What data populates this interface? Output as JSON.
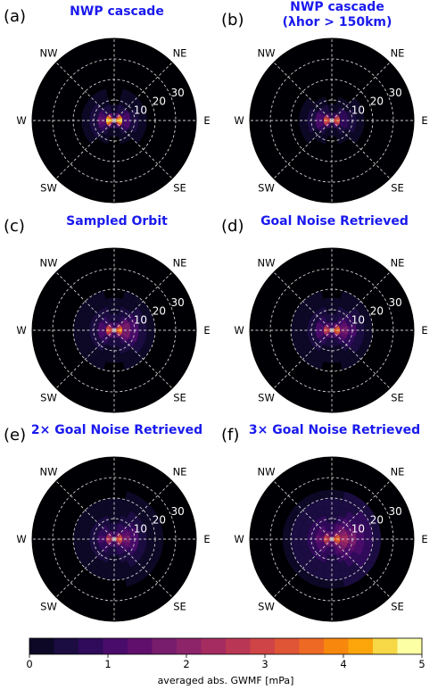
{
  "figure": {
    "colorbar": {
      "label": "averaged abs. GWMF [mPa]",
      "ticks": [
        "0",
        "1",
        "2",
        "3",
        "4",
        "5"
      ],
      "min": 0,
      "max": 5,
      "n_bins": 16,
      "colors": [
        "#000004",
        "#0c0826",
        "#1b0c41",
        "#300a5b",
        "#4a0c6b",
        "#610f6d",
        "#781c6d",
        "#8d2369",
        "#a52c60",
        "#ba3655",
        "#cf4446",
        "#e05536",
        "#ee6a24",
        "#f8870e",
        "#fca50a",
        "#f6d746",
        "#fcffa4"
      ]
    },
    "direction_labels": [
      "NE",
      "E",
      "SE",
      "SW",
      "W",
      "NW"
    ],
    "radial_labels": [
      "10",
      "20",
      "30"
    ]
  },
  "chart_data": [
    {
      "type": "heatmap",
      "panel": "(a)",
      "title": [
        "NWP cascade"
      ],
      "theta_bins": 24,
      "r_max": 40,
      "grid": true,
      "r_values": [
        4,
        8,
        12,
        16,
        20,
        24
      ],
      "sector_profiles": {
        "E": [
          4.8,
          1.4,
          0.8,
          0.4,
          0.2,
          0.1
        ],
        "W": [
          4.8,
          1.6,
          0.9,
          0.4,
          0.2,
          0.1
        ],
        "N": [
          0.7,
          0.5,
          0.3,
          0.3,
          0.2,
          0.1
        ],
        "S": [
          0.6,
          0.4,
          0.3,
          0.2,
          0.1,
          0.1
        ]
      }
    },
    {
      "type": "heatmap",
      "panel": "(b)",
      "title": [
        "NWP cascade",
        "(λhor > 150km)"
      ],
      "theta_bins": 24,
      "r_max": 40,
      "grid": true,
      "r_values": [
        4,
        8,
        12,
        16,
        20,
        24
      ],
      "sector_profiles": {
        "E": [
          3.8,
          1.2,
          0.7,
          0.4,
          0.2,
          0.1
        ],
        "W": [
          3.8,
          1.4,
          0.8,
          0.4,
          0.2,
          0.1
        ],
        "N": [
          0.6,
          0.5,
          0.3,
          0.2,
          0.2,
          0.1
        ],
        "S": [
          0.5,
          0.4,
          0.3,
          0.2,
          0.1,
          0.1
        ]
      }
    },
    {
      "type": "heatmap",
      "panel": "(c)",
      "title": [
        "Sampled Orbit"
      ],
      "theta_bins": 24,
      "r_max": 40,
      "grid": true,
      "r_values": [
        4,
        8,
        12,
        16,
        20,
        24
      ],
      "sector_profiles": {
        "E": [
          4.2,
          2.1,
          1.4,
          0.8,
          0.5,
          0.3
        ],
        "W": [
          3.6,
          1.5,
          0.9,
          0.6,
          0.4,
          0.2
        ],
        "N": [
          0.9,
          0.7,
          0.6,
          0.4,
          0.3,
          0.2
        ],
        "S": [
          0.9,
          0.7,
          0.5,
          0.4,
          0.3,
          0.2
        ]
      }
    },
    {
      "type": "heatmap",
      "panel": "(d)",
      "title": [
        "Goal Noise Retrieved"
      ],
      "theta_bins": 24,
      "r_max": 40,
      "grid": true,
      "r_values": [
        4,
        8,
        12,
        16,
        20,
        24
      ],
      "sector_profiles": {
        "E": [
          3.9,
          2.0,
          1.3,
          0.8,
          0.5,
          0.3
        ],
        "W": [
          3.3,
          1.4,
          0.9,
          0.6,
          0.4,
          0.2
        ],
        "N": [
          0.9,
          0.7,
          0.6,
          0.4,
          0.3,
          0.2
        ],
        "S": [
          0.9,
          0.7,
          0.5,
          0.4,
          0.3,
          0.2
        ]
      }
    },
    {
      "type": "heatmap",
      "panel": "(e)",
      "title": [
        "2× Goal Noise Retrieved"
      ],
      "theta_bins": 24,
      "r_max": 40,
      "grid": true,
      "r_values": [
        4,
        8,
        12,
        16,
        20,
        24
      ],
      "sector_profiles": {
        "E": [
          3.6,
          2.0,
          1.4,
          0.9,
          0.6,
          0.4
        ],
        "W": [
          3.0,
          1.3,
          0.9,
          0.6,
          0.4,
          0.3
        ],
        "N": [
          1.0,
          0.8,
          0.6,
          0.5,
          0.4,
          0.3
        ],
        "S": [
          1.0,
          0.8,
          0.6,
          0.5,
          0.4,
          0.3
        ]
      }
    },
    {
      "type": "heatmap",
      "panel": "(f)",
      "title": [
        "3× Goal Noise Retrieved"
      ],
      "theta_bins": 24,
      "r_max": 40,
      "grid": true,
      "r_values": [
        4,
        8,
        12,
        16,
        20,
        24
      ],
      "sector_profiles": {
        "E": [
          4.0,
          2.6,
          1.9,
          1.4,
          1.1,
          0.9
        ],
        "W": [
          3.2,
          1.6,
          1.2,
          0.9,
          0.7,
          0.5
        ],
        "N": [
          1.4,
          1.1,
          0.9,
          0.8,
          0.7,
          0.6
        ],
        "S": [
          1.4,
          1.1,
          0.9,
          0.8,
          0.7,
          0.6
        ]
      }
    }
  ]
}
